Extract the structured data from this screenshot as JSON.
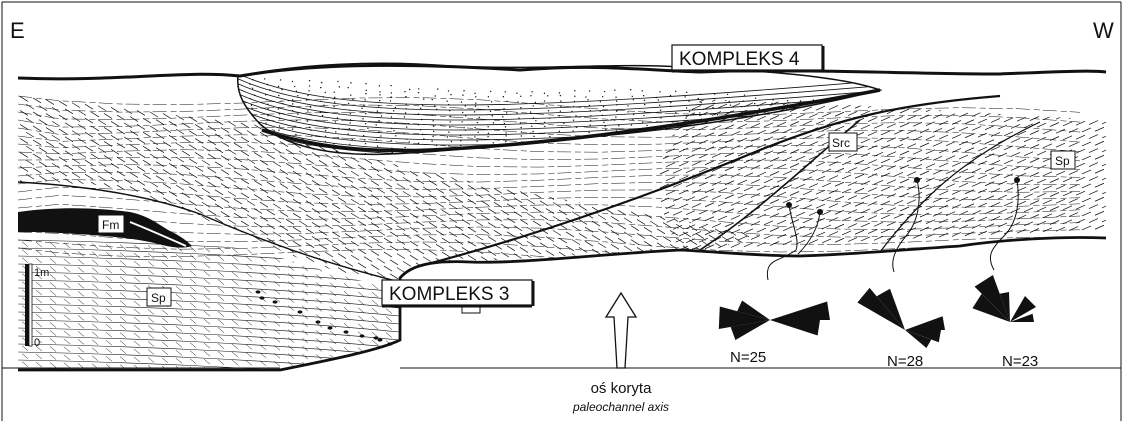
{
  "section": {
    "left_direction": "E",
    "right_direction": "W",
    "complex_upper": "KOMPLEKS 4",
    "complex_lower": "KOMPLEKS 3"
  },
  "facies": {
    "fm": "Fm",
    "sp_left": "Sp",
    "src": "Src",
    "sp_right": "Sp"
  },
  "scale_bar": {
    "top_label": "1m",
    "bottom_label": "0"
  },
  "paleocurrents": [
    {
      "label": "N=25"
    },
    {
      "label": "N=28"
    },
    {
      "label": "N=23"
    }
  ],
  "channel_axis": {
    "label_pl": "oś koryta",
    "label_en": "paleochannel axis"
  },
  "colors": {
    "ink": "#111111",
    "paper": "#ffffff"
  }
}
